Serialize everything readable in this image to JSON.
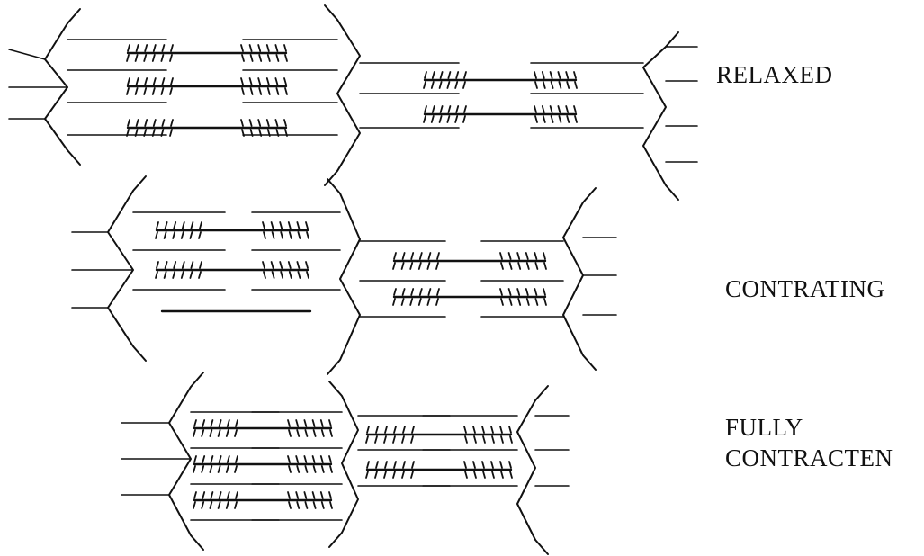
{
  "labels": {
    "relaxed": "RELAXED",
    "contracting": "CONTRATING",
    "fully_line1": "FULLY",
    "fully_line2": "CONTRACTEN"
  },
  "colors": {
    "ink": "#111111",
    "background": "#ffffff"
  }
}
